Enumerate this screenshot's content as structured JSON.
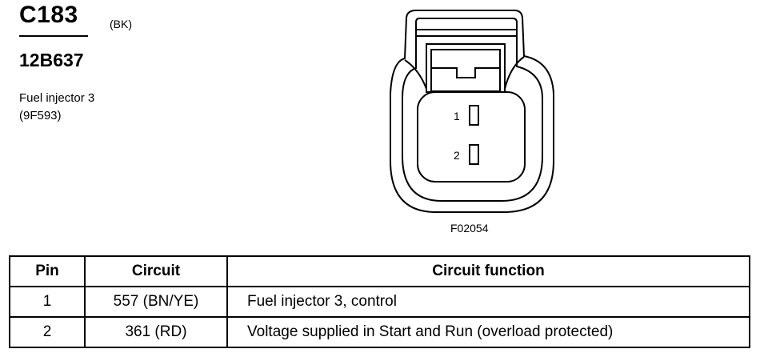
{
  "connector": {
    "id": "C183",
    "color": "(BK)",
    "part_number": "12B637",
    "description": "Fuel injector 3",
    "description_code": "(9F593)"
  },
  "diagram": {
    "figure_id": "F02054",
    "pin_labels": [
      "1",
      "2"
    ]
  },
  "table": {
    "headers": [
      "Pin",
      "Circuit",
      "Circuit function"
    ],
    "rows": [
      {
        "pin": "1",
        "circuit": "557 (BN/YE)",
        "function": "Fuel injector 3, control"
      },
      {
        "pin": "2",
        "circuit": "361 (RD)",
        "function": "Voltage supplied in Start and Run (overload protected)"
      }
    ]
  }
}
